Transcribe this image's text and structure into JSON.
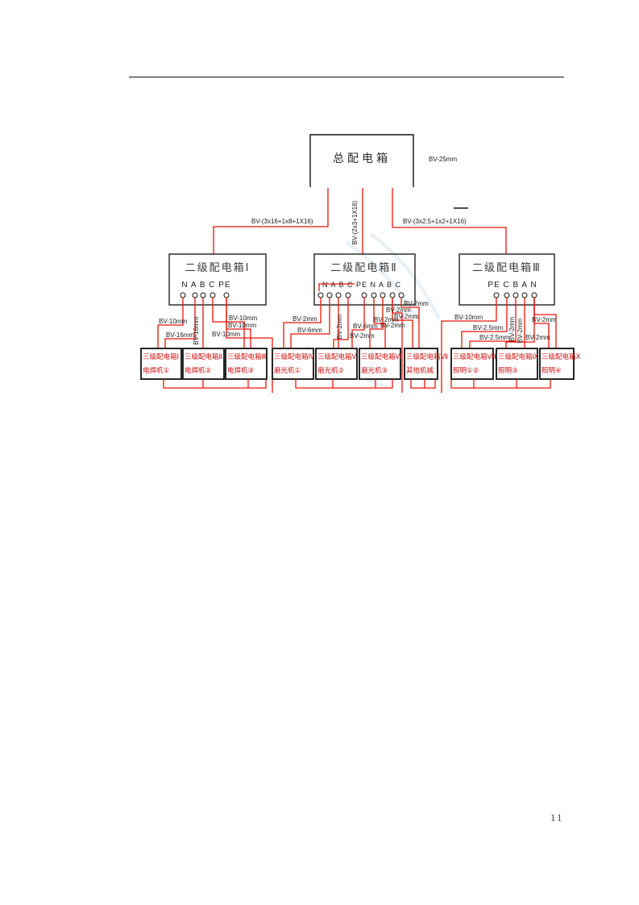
{
  "page": {
    "number": "11"
  },
  "diagram": {
    "main_box": {
      "title": "总配电箱",
      "feed_label": "BV-25mm"
    },
    "feeders": {
      "left": "BV-(3x16+1x8+1X16)",
      "middle": "BV-(2x3+1X16)",
      "right": "BV-(3x2.5+1x2+1X16)"
    },
    "level2": [
      {
        "title": "二级配电箱Ⅰ",
        "terminals": "N A B C PE"
      },
      {
        "title": "二级配电箱Ⅱ",
        "terminals": "N A B C PE N A B C"
      },
      {
        "title": "二级配电箱Ⅲ",
        "terminals": "PE C B A N"
      }
    ],
    "wire_labels": {
      "g1": [
        "BV-10mm",
        "BV-16mm",
        "BV-10mm",
        "BV-10mm",
        "BV-10mm"
      ],
      "g1_vertical": "BV-16mm",
      "g2": [
        "BV-2mm",
        "BV-6mm",
        "BV-6mm",
        "BV-2mm",
        "BV-2mm",
        "BV-2mm",
        "BV-2mm",
        "BV-2mm",
        "BV-2mm"
      ],
      "g2_vertical": "BV-2mm",
      "g3": [
        "BV-10mm",
        "BV-2.5mm",
        "BV-2.5mm",
        "BV-2mm",
        "BV-2mm"
      ],
      "g3_vertical": "BV-2mm",
      "g3_vertical2": "BV-2mm"
    },
    "level3": [
      {
        "title": "三级配电箱Ⅰ",
        "load": "电焊机①"
      },
      {
        "title": "三级配电箱Ⅱ",
        "load": "电焊机②"
      },
      {
        "title": "三级配电箱Ⅲ",
        "load": "电焊机③"
      },
      {
        "title": "三级配电箱Ⅳ",
        "load": "磨光机①"
      },
      {
        "title": "三级配电箱Ⅴ",
        "load": "磨光机②"
      },
      {
        "title": "三级配电箱Ⅵ",
        "load": "磨光机③"
      },
      {
        "title": "三级配电箱Ⅶ",
        "load": "其他机械"
      },
      {
        "title": "三级配电箱Ⅷ",
        "load": "照明①②"
      },
      {
        "title": "三级配电箱Ⅸ",
        "load": "照明③"
      },
      {
        "title": "三级配电箱Ⅹ",
        "load": "照明④"
      }
    ],
    "colors": {
      "wire_red": "#ea1509",
      "level3_text": "#cc1111"
    }
  }
}
